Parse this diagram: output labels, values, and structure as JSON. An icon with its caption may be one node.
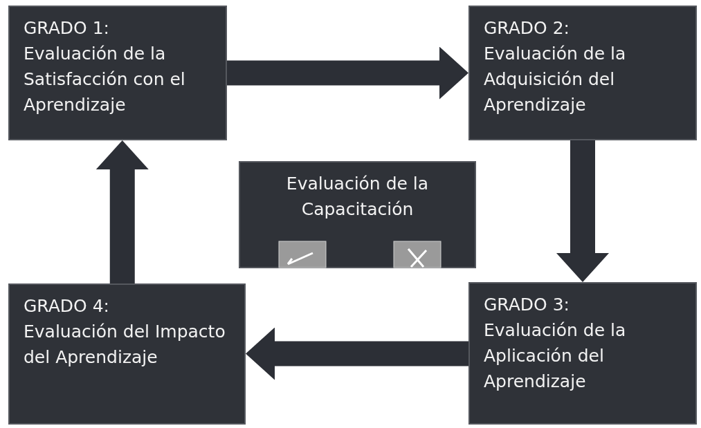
{
  "diagram": {
    "nodes": [
      {
        "text": [
          "GRADO 1:",
          "Evaluación de la Satisfacción con el Aprendizaje"
        ]
      },
      {
        "text": [
          "GRADO 2:",
          "Evaluación de la Adquisición del Aprendizaje"
        ]
      },
      {
        "text": [
          "Evaluación de la Capacitación"
        ]
      },
      {
        "text": [
          "GRADO 4:",
          "Evaluación del Impacto del Aprendizaje"
        ]
      },
      {
        "text": [
          "GRADO 3:",
          "Evaluación de la Aplicación del Aprendizaje"
        ]
      }
    ],
    "edges": [
      {
        "from": 0,
        "to": 1,
        "arrow": "to"
      },
      {
        "from": 1,
        "to": 4,
        "arrow": "to"
      },
      {
        "from": 4,
        "to": 3,
        "arrow": "to"
      },
      {
        "from": 3,
        "to": 0,
        "arrow": "to"
      }
    ]
  }
}
